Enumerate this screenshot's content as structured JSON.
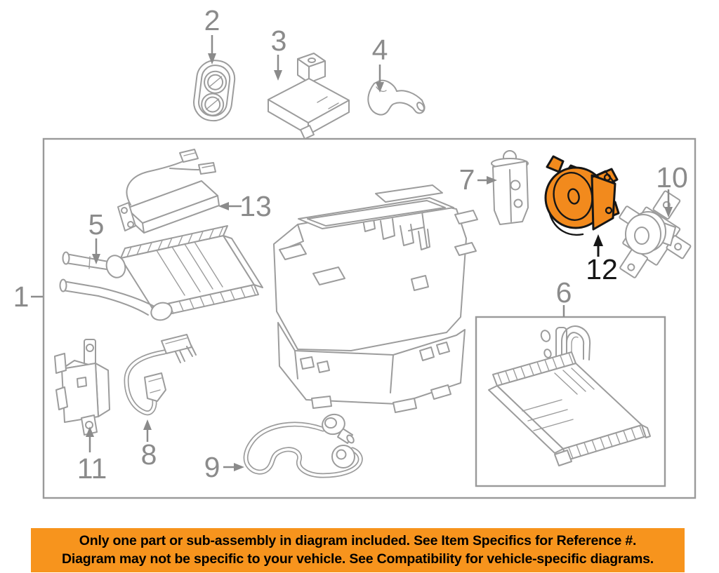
{
  "colors": {
    "background": "#ffffff",
    "line": "#9c9c9c",
    "label": "#8b8b8b",
    "box_border": "#9a9a9a",
    "highlight_fill": "#f28a1d",
    "highlight_stroke": "#161616",
    "banner_bg": "#f7941d",
    "banner_text": "#000000"
  },
  "diagram": {
    "part_labels": [
      "1",
      "2",
      "3",
      "4",
      "5",
      "6",
      "7",
      "8",
      "9",
      "10",
      "11",
      "12",
      "13"
    ]
  },
  "banner": {
    "line1": "Only one part or sub-assembly in diagram included. See Item Specifics for Reference #.",
    "line2": "Diagram may not be specific to your vehicle. See Compatibility for vehicle-specific diagrams."
  }
}
